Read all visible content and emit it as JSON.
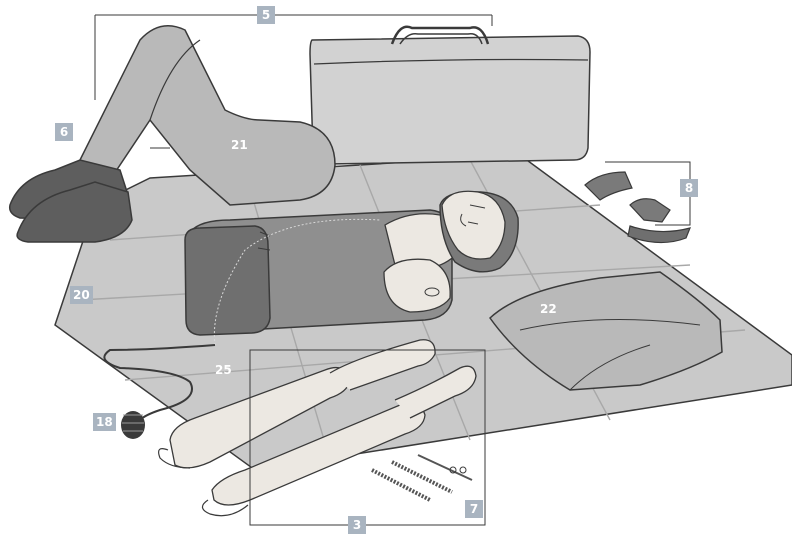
{
  "callouts": {
    "c5": "5",
    "c6": "6",
    "c21": "21",
    "c8": "8",
    "c20": "20",
    "c22": "22",
    "c25": "25",
    "c18": "18",
    "c3": "3",
    "c7": "7"
  },
  "colors": {
    "outline": "#3a3a3a",
    "mat": "#c9c9c9",
    "legs": "#b9b9b9",
    "shoe": "#5e5e5e",
    "bag": "#d2d2d2",
    "torso": "#8f8f8f",
    "skin": "#ece8e2",
    "hair": "#7a7a7a",
    "callout_bg": "#a9b4c0",
    "callout_text": "#ffffff"
  }
}
